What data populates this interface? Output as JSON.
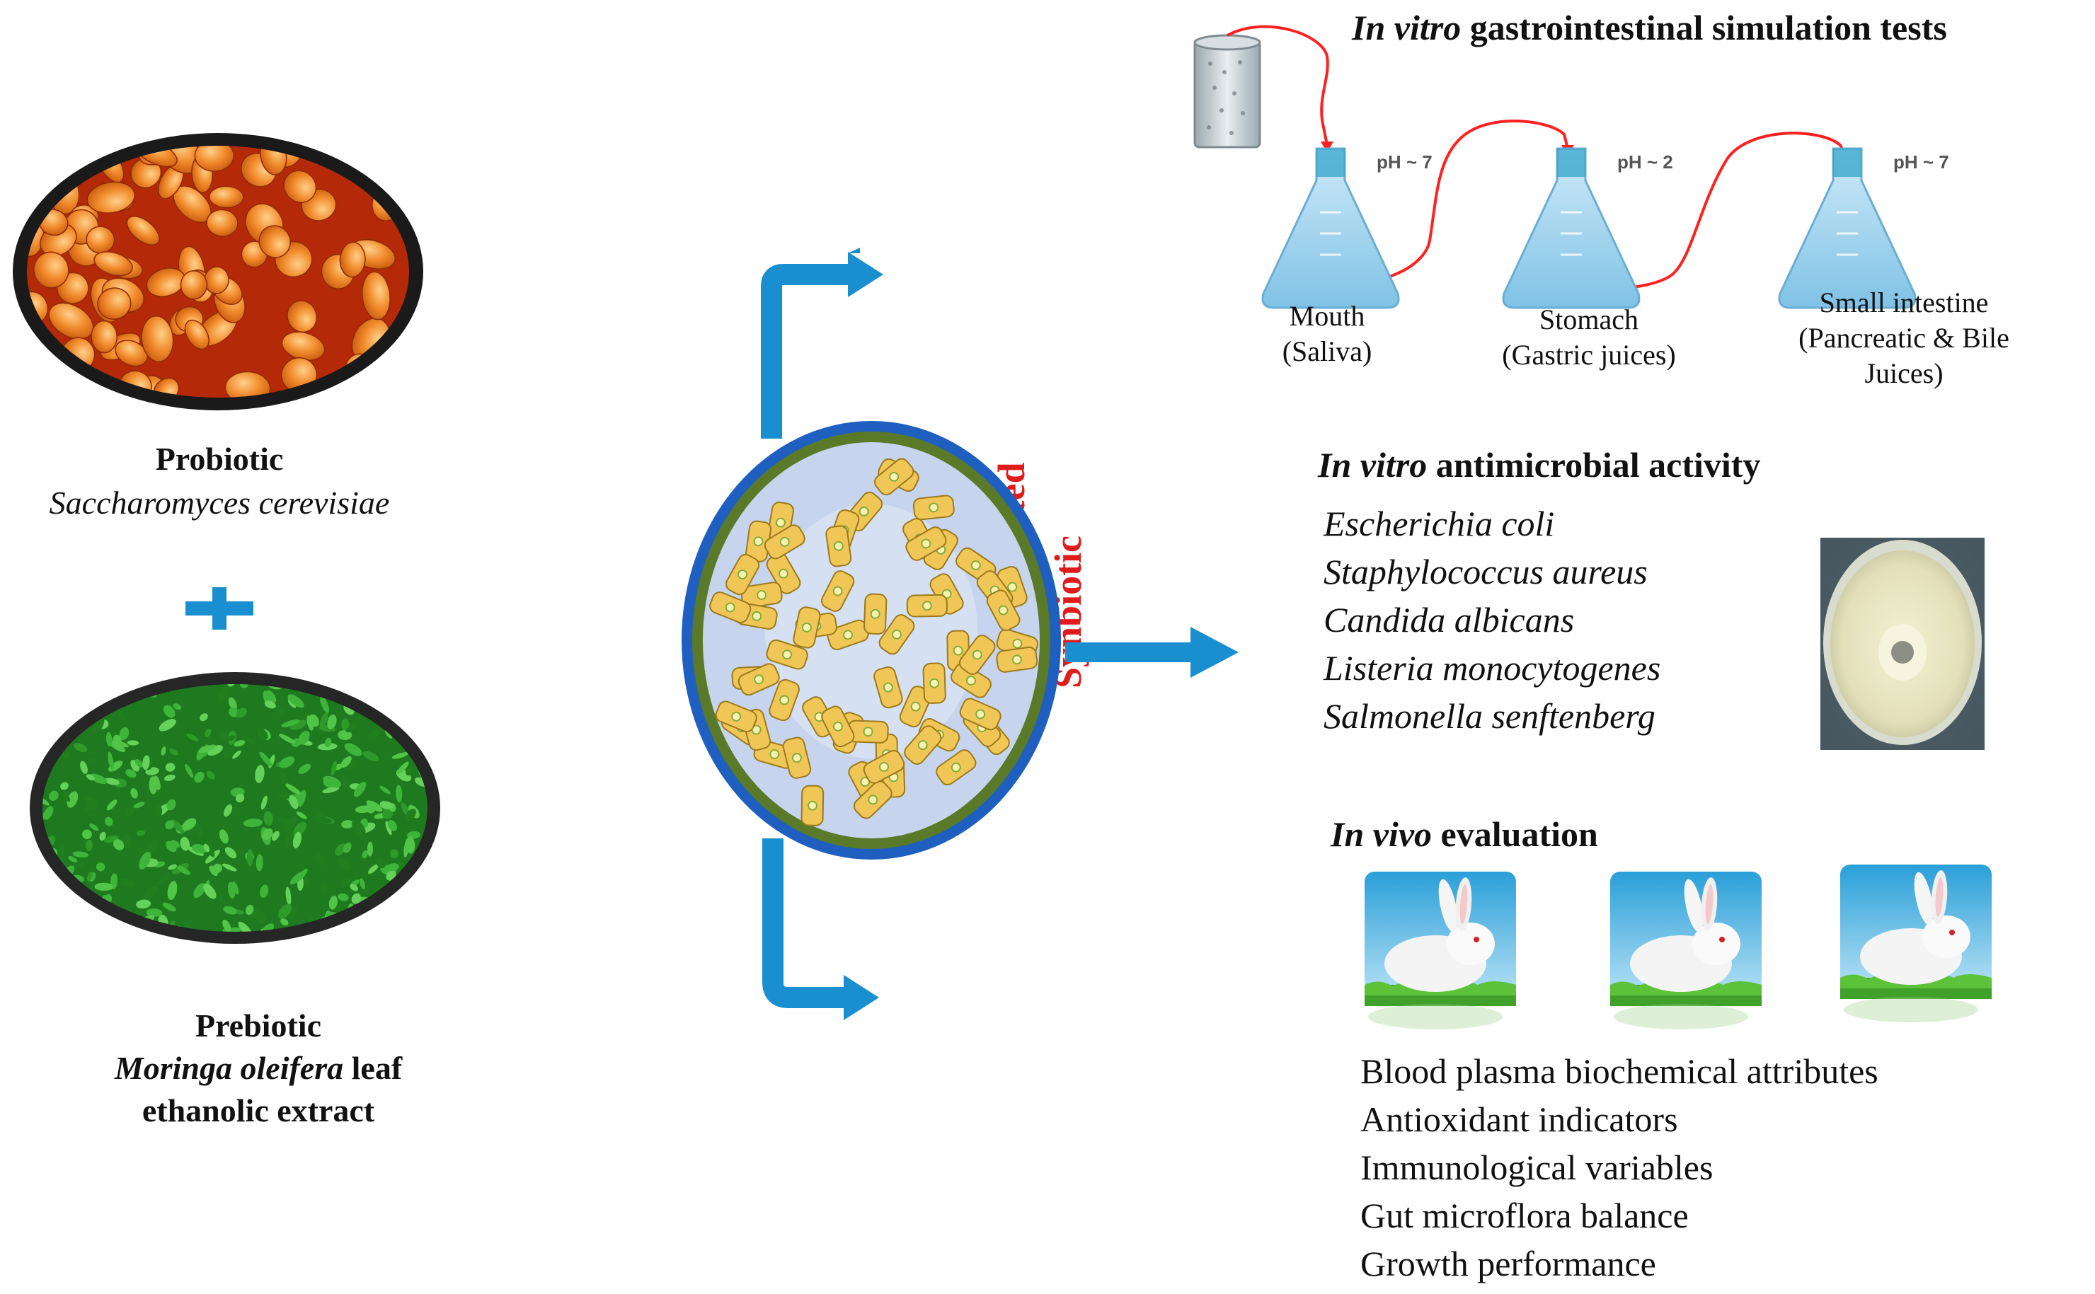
{
  "ingredients": {
    "probiotic": {
      "title": "Probiotic",
      "name": "Saccharomyces cerevisiae"
    },
    "prebiotic": {
      "title": "Prebiotic",
      "name_italic": "Moringa oleifera",
      "name_rest": " leaf",
      "line3": "ethanolic extract"
    }
  },
  "product": {
    "line1": "Nanoencapsulated",
    "line2": "Synbiotic"
  },
  "gi_simulation": {
    "heading_italic": "In vitro",
    "heading_rest": " gastrointestinal simulation tests",
    "stages": [
      {
        "line1": "Mouth",
        "line2": "(Saliva)",
        "line3": "",
        "ph": "pH ~ 7"
      },
      {
        "line1": "Stomach",
        "line2": "(Gastric juices)",
        "line3": "",
        "ph": "pH ~ 2"
      },
      {
        "line1": "Small intestine",
        "line2": "(Pancreatic & Bile",
        "line3": "Juices)",
        "ph": "pH ~ 7"
      }
    ]
  },
  "antimicrobial": {
    "heading_italic": "In vitro",
    "heading_rest": " antimicrobial activity",
    "organisms": [
      "Escherichia coli",
      "Staphylococcus aureus",
      "Candida albicans",
      "Listeria monocytogenes",
      "Salmonella senftenberg"
    ]
  },
  "in_vivo": {
    "heading_italic": "In vivo",
    "heading_rest": " evaluation",
    "measures": [
      "Blood plasma biochemical attributes",
      "Antioxidant indicators",
      "Immunological variables",
      "Gut microflora balance",
      "Growth performance"
    ]
  },
  "colors": {
    "arrow_blue": "#1a8fd0",
    "title_red": "#e01b1b",
    "capsule_outer": "#1f5fc0",
    "capsule_ring": "#5a7a2a",
    "capsule_inner": "#c7d4ee",
    "cell_fill": "#f0c657",
    "flask_blue": "#8ecbea",
    "tube_red": "#ff2020",
    "yeast_orange": "#f08a2a",
    "yeast_bg": "#b42a08",
    "moringa_green": "#2f9a2a"
  },
  "icons": [
    "yeast-photo",
    "moringa-photo",
    "plus-icon",
    "capsule-icon",
    "flask-icon",
    "petri-dish-icon",
    "rabbit-icon",
    "arrow-icon"
  ]
}
